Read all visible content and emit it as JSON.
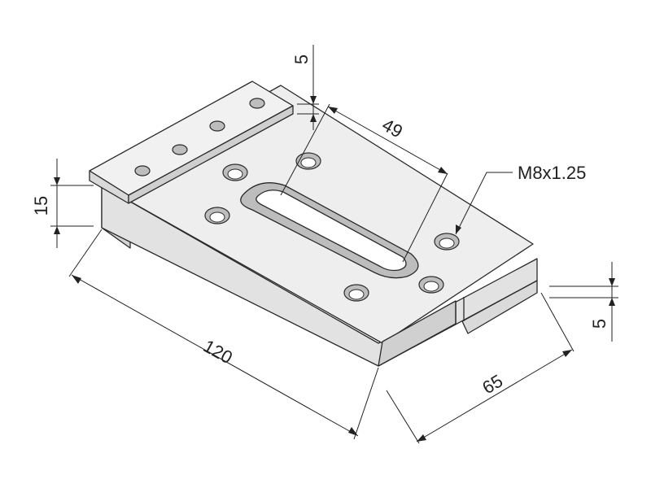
{
  "colors": {
    "outline": "#2a2a2a",
    "top_face": "#eeeeee",
    "side_face": "#d4d4d4",
    "front_face": "#e2e2e2",
    "rail_top": "#f1f1f1",
    "hole": "#bdbdbd",
    "dimension": "#222222"
  },
  "dimensions": {
    "length": "120",
    "width": "65",
    "height": "15",
    "slot_length": "49",
    "rail_offset": "5",
    "groove_offset": "5"
  },
  "callouts": {
    "thread": "M8x1.25"
  }
}
